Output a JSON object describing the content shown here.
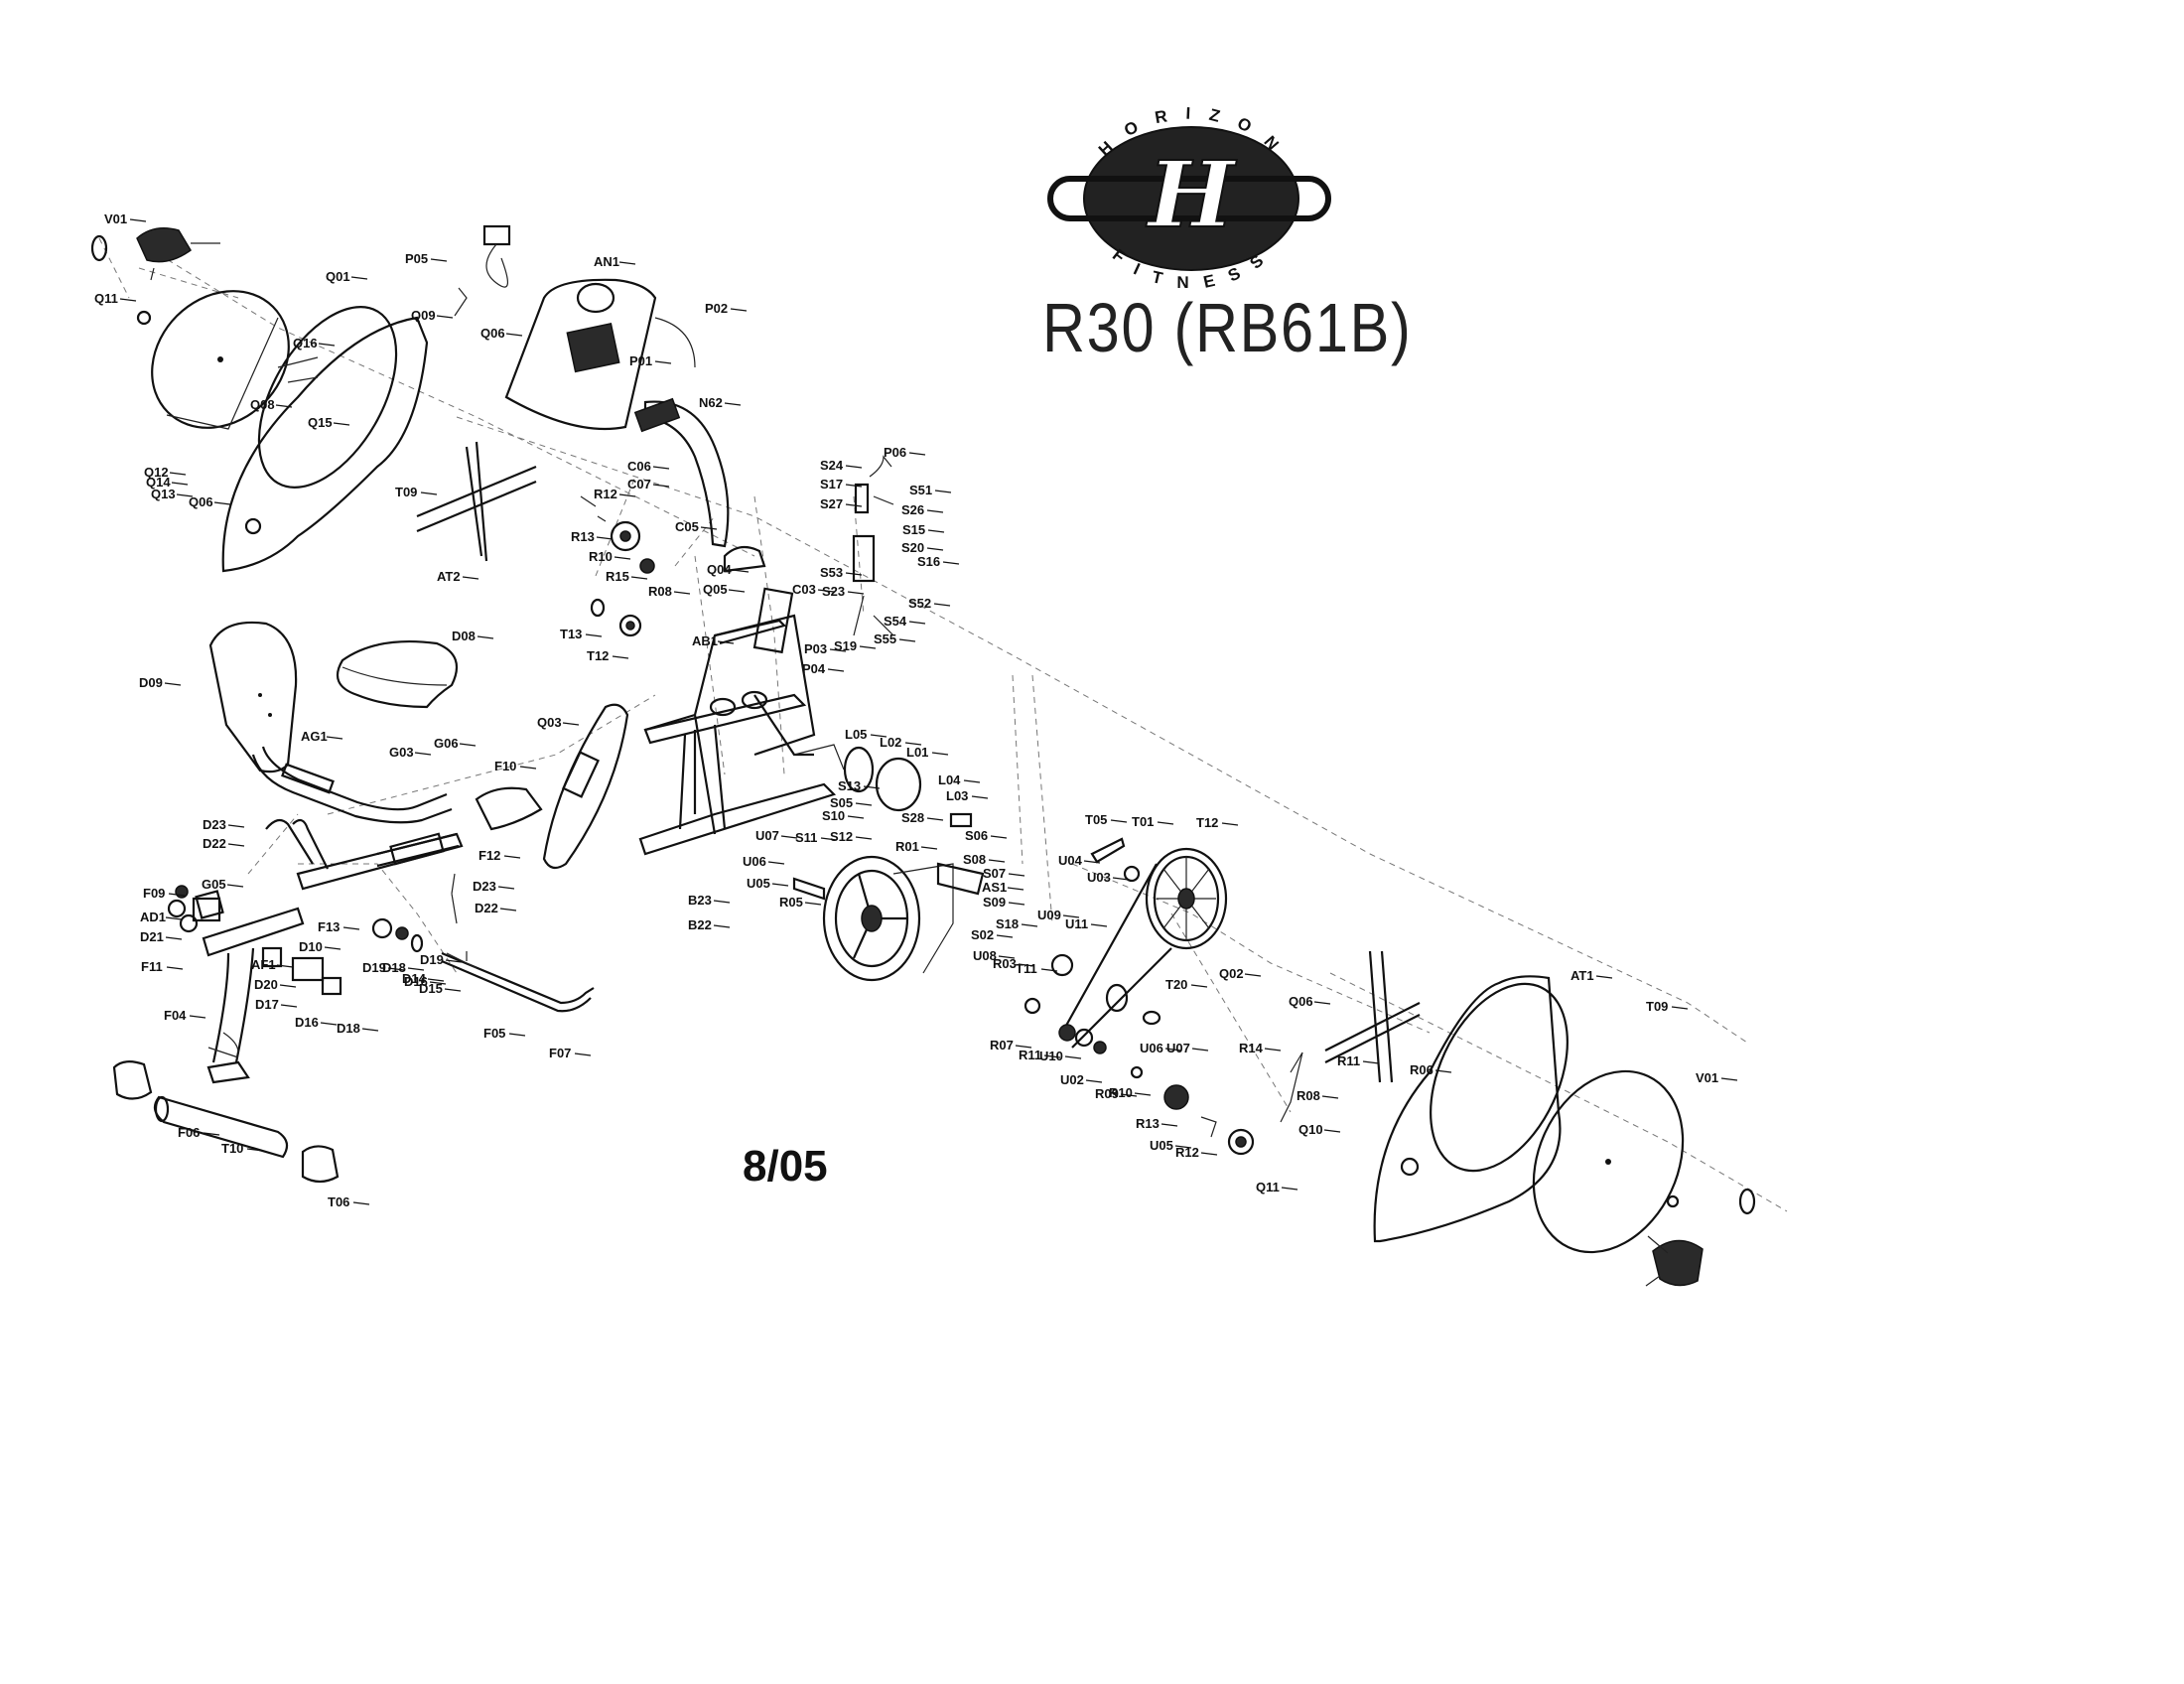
{
  "brand": {
    "top_text": "HORIZON",
    "bottom_text": "FITNESS",
    "logo_letter": "H"
  },
  "model": "R30 (RB61B)",
  "date": "8/05",
  "callouts": [
    "V01",
    "Q11",
    "Q01",
    "P05",
    "Q09",
    "Q06",
    "AN1",
    "P02",
    "P01",
    "N62",
    "Q16",
    "Q08",
    "Q15",
    "Q12",
    "Q14",
    "Q13",
    "Q06",
    "T09",
    "AT2",
    "R12",
    "R13",
    "R10",
    "R15",
    "R08",
    "C06",
    "C07",
    "C05",
    "Q04",
    "Q05",
    "C03",
    "S24",
    "S17",
    "S27",
    "P06",
    "S51",
    "S26",
    "S15",
    "S20",
    "S16",
    "S53",
    "S23",
    "S52",
    "S54",
    "S55",
    "S19",
    "T13",
    "T12",
    "AB1",
    "P03",
    "P04",
    "D09",
    "D08",
    "AG1",
    "G03",
    "G06",
    "Q03",
    "F10",
    "L05",
    "L02",
    "L01",
    "L04",
    "L03",
    "S13",
    "S05",
    "S28",
    "S10",
    "S12",
    "S11",
    "S06",
    "S08",
    "R01",
    "S07",
    "AS1",
    "S09",
    "D23",
    "D22",
    "F12",
    "U07",
    "U06",
    "U05",
    "B23",
    "B22",
    "R05",
    "S02",
    "S18",
    "G05",
    "D23",
    "D22",
    "D19",
    "D18",
    "D16",
    "F09",
    "AD1",
    "D21",
    "F11",
    "F13",
    "D10",
    "AF1",
    "D20",
    "D17",
    "D16",
    "D18",
    "D19",
    "D14",
    "D15",
    "F05",
    "F07",
    "F04",
    "F06",
    "T10",
    "T06",
    "T05",
    "T01",
    "T12",
    "U04",
    "U03",
    "U09",
    "U11",
    "U08",
    "R03",
    "T11",
    "T20",
    "Q02",
    "Q06",
    "AT1",
    "T09",
    "R11",
    "R06",
    "R07",
    "R11",
    "U10",
    "U02",
    "U06",
    "U07",
    "R14",
    "R08",
    "R09",
    "R10",
    "R13",
    "U05",
    "R12",
    "Q10",
    "Q11",
    "V01"
  ]
}
